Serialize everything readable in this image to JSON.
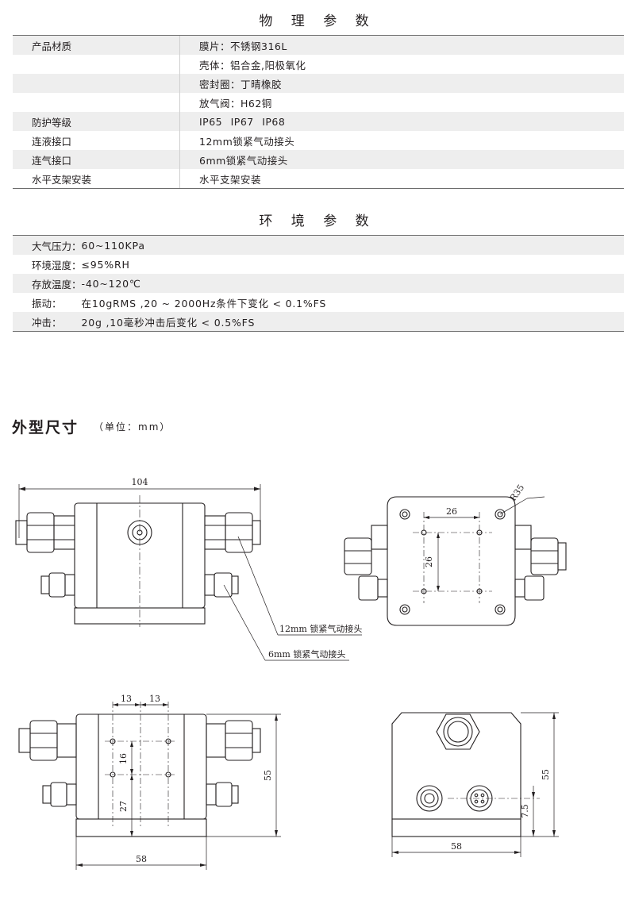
{
  "physical": {
    "title": "物 理 参 数",
    "rows": [
      {
        "label": "产品材质",
        "value": "膜片：不锈钢316L"
      },
      {
        "label": "",
        "value": "壳体：铝合金,阳极氧化"
      },
      {
        "label": "",
        "value": "密封圈：丁晴橡胶"
      },
      {
        "label": "",
        "value": "放气阀：H62铜"
      },
      {
        "label": "防护等级",
        "value": "IP65  IP67  IP68"
      },
      {
        "label": "连液接口",
        "value": "12mm锁紧气动接头"
      },
      {
        "label": "连气接口",
        "value": "6mm锁紧气动接头"
      },
      {
        "label": "水平支架安装",
        "value": "水平支架安装"
      }
    ]
  },
  "environment": {
    "title": "环 境 参 数",
    "rows": [
      {
        "label": "大气压力：",
        "value": "60~110KPa"
      },
      {
        "label": "环境湿度：",
        "value": "≤95%RH"
      },
      {
        "label": "存放温度：",
        "value": "-40~120℃"
      },
      {
        "label": "振动：",
        "value": "在10gRMS ,20 ~ 2000Hz条件下变化 < 0.1%FS"
      },
      {
        "label": "冲击：",
        "value": "20g ,10毫秒冲击后变化 < 0.5%FS"
      }
    ]
  },
  "dimensions": {
    "title": "外型尺寸",
    "unit": "（单位：mm）",
    "labels": {
      "width_104": "104",
      "hole_26_h": "26",
      "hole_26_v": "26",
      "radius": "R35",
      "fitting_12": "12mm 锁紧气动接头",
      "fitting_6": "6mm 锁紧气动接头",
      "spacing_13_a": "13",
      "spacing_13_b": "13",
      "spacing_16": "16",
      "spacing_27": "27",
      "height_55_a": "55",
      "width_58_a": "58",
      "height_55_b": "55",
      "offset_7_5": "7.5",
      "width_58_b": "58"
    }
  }
}
